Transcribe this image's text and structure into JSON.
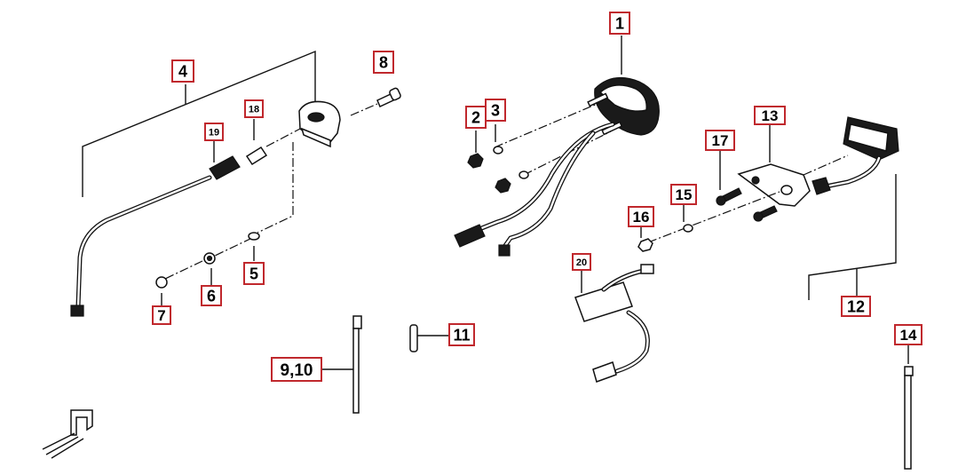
{
  "callouts": [
    {
      "id": "c1",
      "label": "1"
    },
    {
      "id": "c2",
      "label": "2"
    },
    {
      "id": "c3",
      "label": "3"
    },
    {
      "id": "c4",
      "label": "4"
    },
    {
      "id": "c5",
      "label": "5"
    },
    {
      "id": "c6",
      "label": "6"
    },
    {
      "id": "c7",
      "label": "7"
    },
    {
      "id": "c8",
      "label": "8"
    },
    {
      "id": "c9",
      "label": "9,10"
    },
    {
      "id": "c11",
      "label": "11"
    },
    {
      "id": "c12",
      "label": "12"
    },
    {
      "id": "c13",
      "label": "13"
    },
    {
      "id": "c14",
      "label": "14"
    },
    {
      "id": "c15",
      "label": "15"
    },
    {
      "id": "c16",
      "label": "16"
    },
    {
      "id": "c17",
      "label": "17"
    },
    {
      "id": "c18",
      "label": "18"
    },
    {
      "id": "c19",
      "label": "19"
    },
    {
      "id": "c20",
      "label": "20"
    }
  ],
  "colors": {
    "callout_border": "#c0282d",
    "ink": "#111111"
  }
}
